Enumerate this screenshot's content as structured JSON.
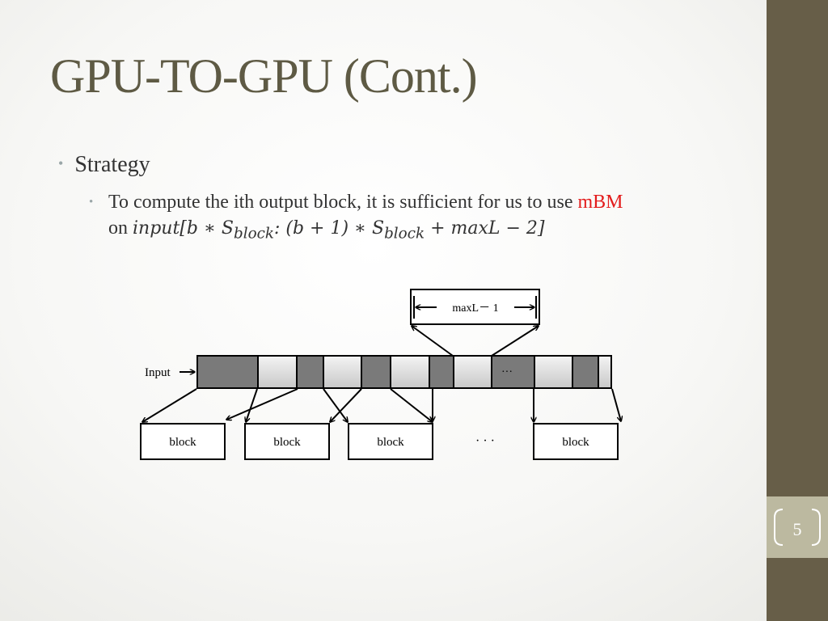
{
  "slide": {
    "title": "GPU-TO-GPU (Cont.)",
    "page_number": "5"
  },
  "bullets": {
    "level1": "Strategy",
    "level2_prefix": "To compute the ith output block, it is sufficient for us to use ",
    "level2_highlight": "mBM",
    "level2_on": "on ",
    "level2_formula": "input[b ∗ S_block: (b + 1) ∗ S_block + maxL − 2]",
    "highlight_color": "#e31c1c"
  },
  "diagram": {
    "input_label": "Input",
    "maxl_label": "maxL－ 1",
    "input_ellipsis": "···",
    "output_ellipsis": "· · ·",
    "block_labels": [
      "block",
      "block",
      "block",
      "block"
    ]
  }
}
